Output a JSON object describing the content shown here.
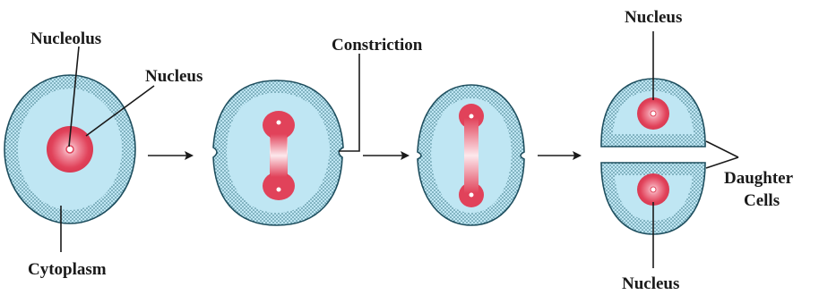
{
  "labels": {
    "nucleolus": "Nucleolus",
    "nucleus_stage1": "Nucleus",
    "cytoplasm": "Cytoplasm",
    "constriction": "Constriction",
    "nucleus_top": "Nucleus",
    "nucleus_bottom": "Nucleus",
    "daughter_line1": "Daughter",
    "daughter_line2": "Cells"
  },
  "colors": {
    "cytoplasm_fill": "#bfe6f3",
    "cytoplasm_edge": "#2f6f7f",
    "nucleus_core": "#e1425a",
    "nucleus_light": "#fbe3e8",
    "text": "#1a1a1a"
  }
}
